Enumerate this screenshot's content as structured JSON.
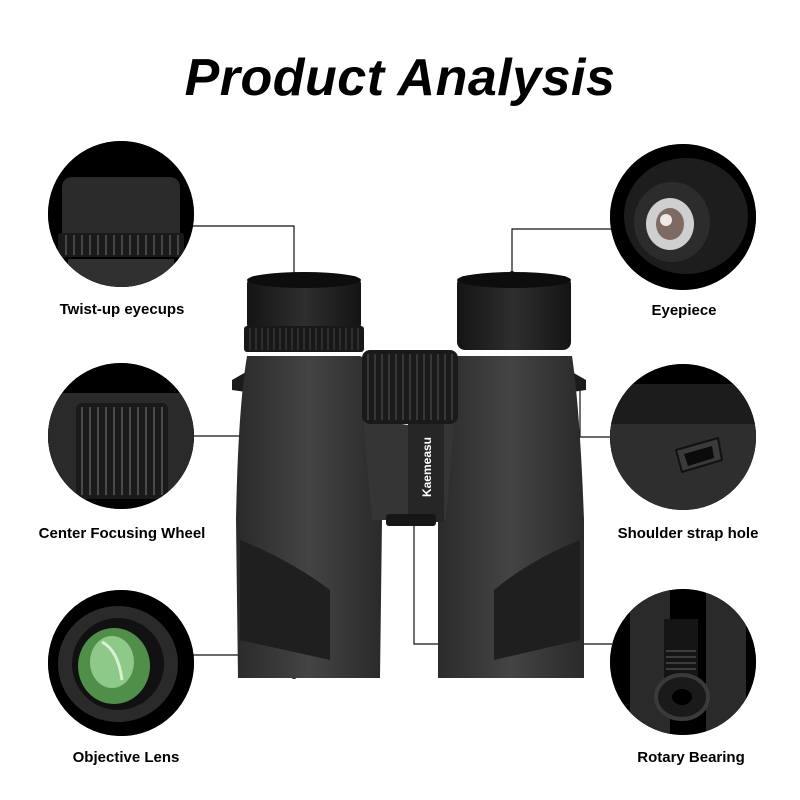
{
  "title": "Product Analysis",
  "brand": "Kaemeasu",
  "features": [
    {
      "label": "Twist-up eyecups",
      "icon": "eyecup-closeup-icon"
    },
    {
      "label": "Eyepiece",
      "icon": "eyepiece-lens-icon"
    },
    {
      "label": "Center Focusing Wheel",
      "icon": "focus-wheel-icon"
    },
    {
      "label": "Shoulder strap hole",
      "icon": "strap-hole-icon"
    },
    {
      "label": "Objective Lens",
      "icon": "objective-lens-icon"
    },
    {
      "label": "Rotary Bearing",
      "icon": "rotary-bearing-icon"
    }
  ],
  "colors": {
    "body": "#3a3a3a",
    "body_dark": "#1e1e1e",
    "lens_tint": "#5fae5a",
    "line": "#111111"
  }
}
